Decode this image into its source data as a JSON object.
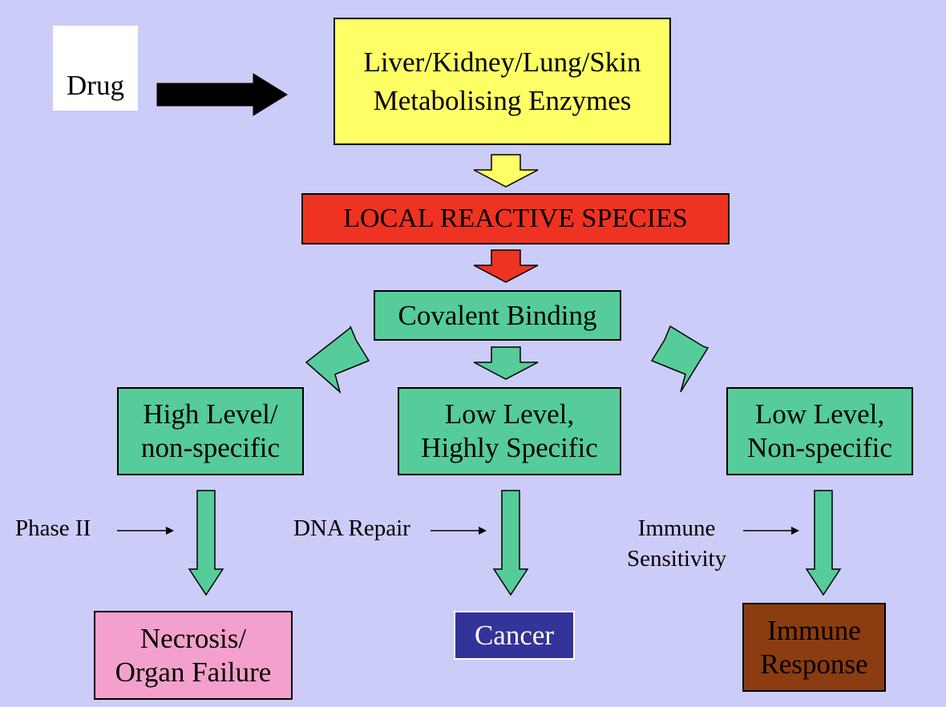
{
  "drug": "Drug",
  "enzymes": {
    "line1": "Liver/Kidney/Lung/Skin",
    "line2": "Metabolising Enzymes"
  },
  "reactive_species": "LOCAL REACTIVE SPECIES",
  "covalent_binding": "Covalent Binding",
  "branches": {
    "high_level": {
      "line1": "High Level/",
      "line2": "non-specific"
    },
    "low_specific": {
      "line1": "Low Level,",
      "line2": "Highly Specific"
    },
    "low_nonspecific": {
      "line1": "Low Level,",
      "line2": "Non-specific"
    }
  },
  "modifiers": {
    "phase": "Phase II",
    "dna_repair": "DNA Repair",
    "immune_line1": "Immune",
    "immune_line2": "Sensitivity"
  },
  "outcomes": {
    "necrosis": {
      "line1": "Necrosis/",
      "line2": "Organ Failure"
    },
    "cancer": "Cancer",
    "immune": {
      "line1": "Immune",
      "line2": "Response"
    }
  },
  "colors": {
    "background": "#ccccf8",
    "enzymes": "#ffff66",
    "reactive": "#ee3322",
    "green": "#55cc99",
    "necrosis": "#f4a0cc",
    "cancer": "#333399",
    "immune": "#8b3c10"
  }
}
